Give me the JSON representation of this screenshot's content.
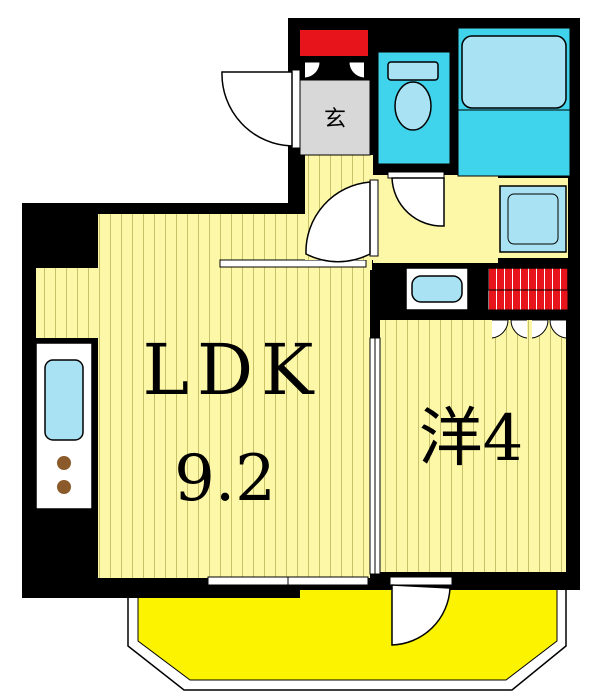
{
  "rooms": {
    "ldk_label": "LDK",
    "ldk_size": "9.2",
    "western_label": "洋4",
    "entrance_label": "玄"
  },
  "colors": {
    "wall": "#000000",
    "floor": "#fdf7a8",
    "floor_stripe": "#c9c06a",
    "wet_area": "#3fd3ec",
    "fixture": "#a9e3f3",
    "balcony": "#fbf300",
    "storage": "#e8141c",
    "entrance_tile": "#d8d8d8",
    "stove_burner": "#8a5a2b"
  }
}
